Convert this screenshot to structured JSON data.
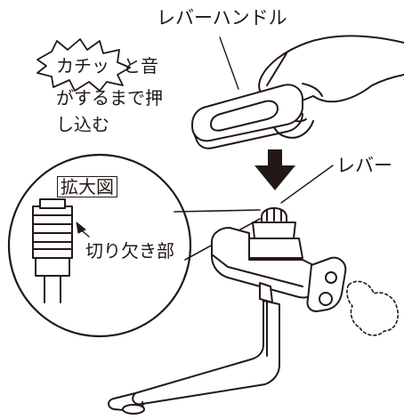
{
  "labels": {
    "lever_handle": "レバーハンドル",
    "click_sound": "カチッ",
    "sound_suffix": "と音",
    "push_line1": "がするまで押",
    "push_line2": "し込む",
    "lever": "レバー",
    "enlarged_view": "拡大図",
    "notch": "切り欠き部"
  },
  "colors": {
    "line": "#231815",
    "background": "#ffffff"
  },
  "icons": [
    "hand-icon",
    "down-arrow-icon",
    "faucet-icon",
    "spark-burst-icon"
  ]
}
